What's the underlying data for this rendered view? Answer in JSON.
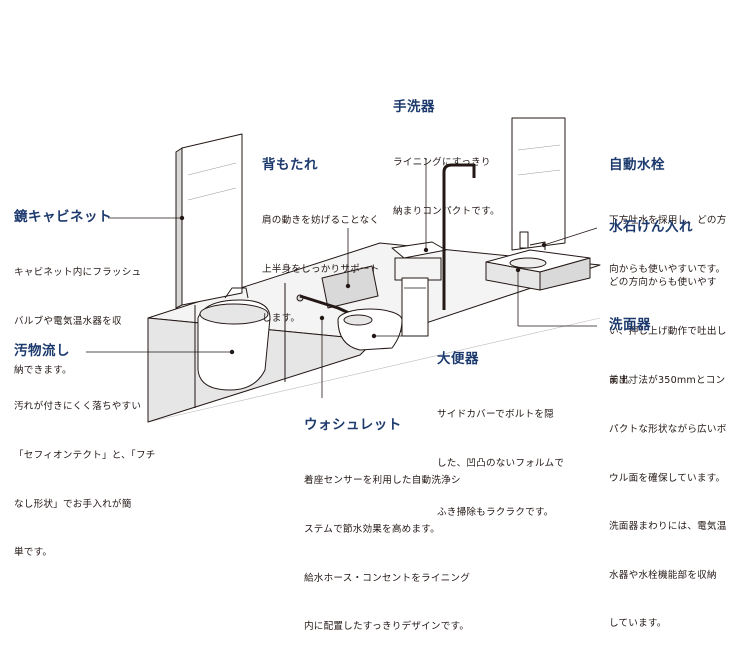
{
  "labels": {
    "mirror_cabinet": {
      "title": "鏡キャビネット",
      "lines": [
        "キャビネット内にフラッシュ",
        "バルブや電気温水器を収",
        "納できます。"
      ]
    },
    "backrest": {
      "title": "背もたれ",
      "lines": [
        "肩の動きを妨げることなく",
        "上半身をしっかりサポート",
        "します。"
      ]
    },
    "hand_washer": {
      "title": "手洗器",
      "lines": [
        "ライニングにすっきり",
        "納まりコンパクトです。"
      ]
    },
    "auto_faucet": {
      "title": "自動水栓",
      "lines": [
        "下方吐水を採用し、どの方",
        "向からも使いやすいです。"
      ]
    },
    "soap_dispenser": {
      "title": "水石けん入れ",
      "lines": [
        "どの方向からも使いやす",
        "い、押し上げ動作で吐出し",
        "ます。"
      ]
    },
    "wash_basin": {
      "title": "洗面器",
      "lines": [
        "前出寸法が350mmとコン",
        "パクトな形状ながら広いボ",
        "ウル面を確保しています。",
        "洗面器まわりには、電気温",
        "水器や水栓機能部を収納",
        "しています。"
      ]
    },
    "sewage_flush": {
      "title": "汚物流し",
      "lines": [
        "汚れが付きにくく落ちやすい",
        "「セフィオンテクト」と、「フチ",
        "なし形状」でお手入れが簡",
        "単です。"
      ]
    },
    "toilet": {
      "title": "大便器",
      "lines": [
        "サイドカバーでボルトを隠",
        "した、凹凸のないフォルムで",
        "ふき掃除もラクラクです。"
      ]
    },
    "washlet": {
      "title": "ウォシュレット",
      "lines": [
        "着座センサーを利用した自動洗浄シ",
        "ステムで節水効果を高めます。",
        "給水ホース・コンセントをライニング",
        "内に配置したすっきりデザインです。"
      ]
    }
  },
  "colors": {
    "title": "#1d3a6e",
    "text": "#231815",
    "line": "#231815",
    "shade": "#d9d9d9",
    "light": "#eeeeee"
  }
}
